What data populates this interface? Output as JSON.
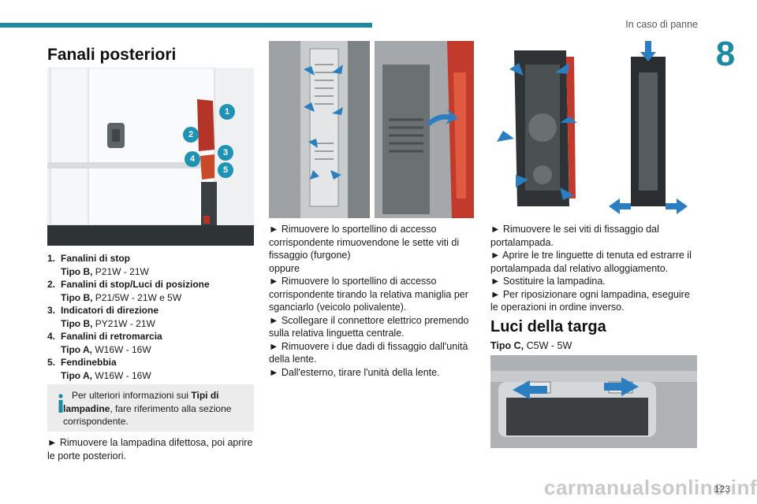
{
  "header": {
    "section_title": "In caso di panne",
    "chapter_number": "8"
  },
  "col1": {
    "title": "Fanali posteriori",
    "callouts": [
      "1",
      "2",
      "3",
      "4",
      "5"
    ],
    "items": [
      {
        "num": "1.",
        "name": "Fanalini di stop",
        "type": "Tipo B,",
        "bulb": "P21W - 21W"
      },
      {
        "num": "2.",
        "name": "Fanalini di stop/Luci di posizione",
        "type": "Tipo B,",
        "bulb": "P21/5W - 21W e 5W"
      },
      {
        "num": "3.",
        "name": "Indicatori di direzione",
        "type": "Tipo B,",
        "bulb": "PY21W - 21W"
      },
      {
        "num": "4.",
        "name": "Fanalini di retromarcia",
        "type": "Tipo A,",
        "bulb": "W16W - 16W"
      },
      {
        "num": "5.",
        "name": "Fendinebbia",
        "type": "Tipo A,",
        "bulb": "W16W - 16W"
      }
    ],
    "info": {
      "pre": "Per ulteriori informazioni sui ",
      "bold": "Tipi di lampadine",
      "post": ", fare riferimento alla sezione corrispondente."
    },
    "instruction": "► Rimuovere la lampadina difettosa, poi aprire le porte posteriori."
  },
  "col2": {
    "paragraphs": [
      "► Rimuovere lo sportellino di accesso corrispondente rimuovendone le sette viti di fissaggio (furgone)",
      "oppure",
      "► Rimuovere lo sportellino di accesso corrispondente tirando la relativa maniglia per sganciarlo (veicolo polivalente).",
      "► Scollegare il connettore elettrico premendo sulla relativa linguetta centrale.",
      "► Rimuovere i due dadi di fissaggio dall'unità della lente.",
      "► Dall'esterno, tirare l'unità della lente."
    ]
  },
  "col3": {
    "paragraphs": [
      "► Rimuovere le sei viti di fissaggio dal portalampada.",
      "► Aprire le tre linguette di tenuta ed estrarre il portalampada dal relativo alloggiamento.",
      "► Sostituire la lampadina.",
      "► Per riposizionare ogni lampadina, eseguire le operazioni in ordine inverso."
    ],
    "title": "Luci della targa",
    "plate_type": "Tipo C,",
    "plate_bulb": "C5W - 5W"
  },
  "footer": {
    "page_number": "123"
  },
  "watermark": "carmanualsonline.info",
  "colors": {
    "accent": "#1c8aa3",
    "lamp_red": "#c23a2c",
    "arrow_blue": "#2b7fc0"
  }
}
